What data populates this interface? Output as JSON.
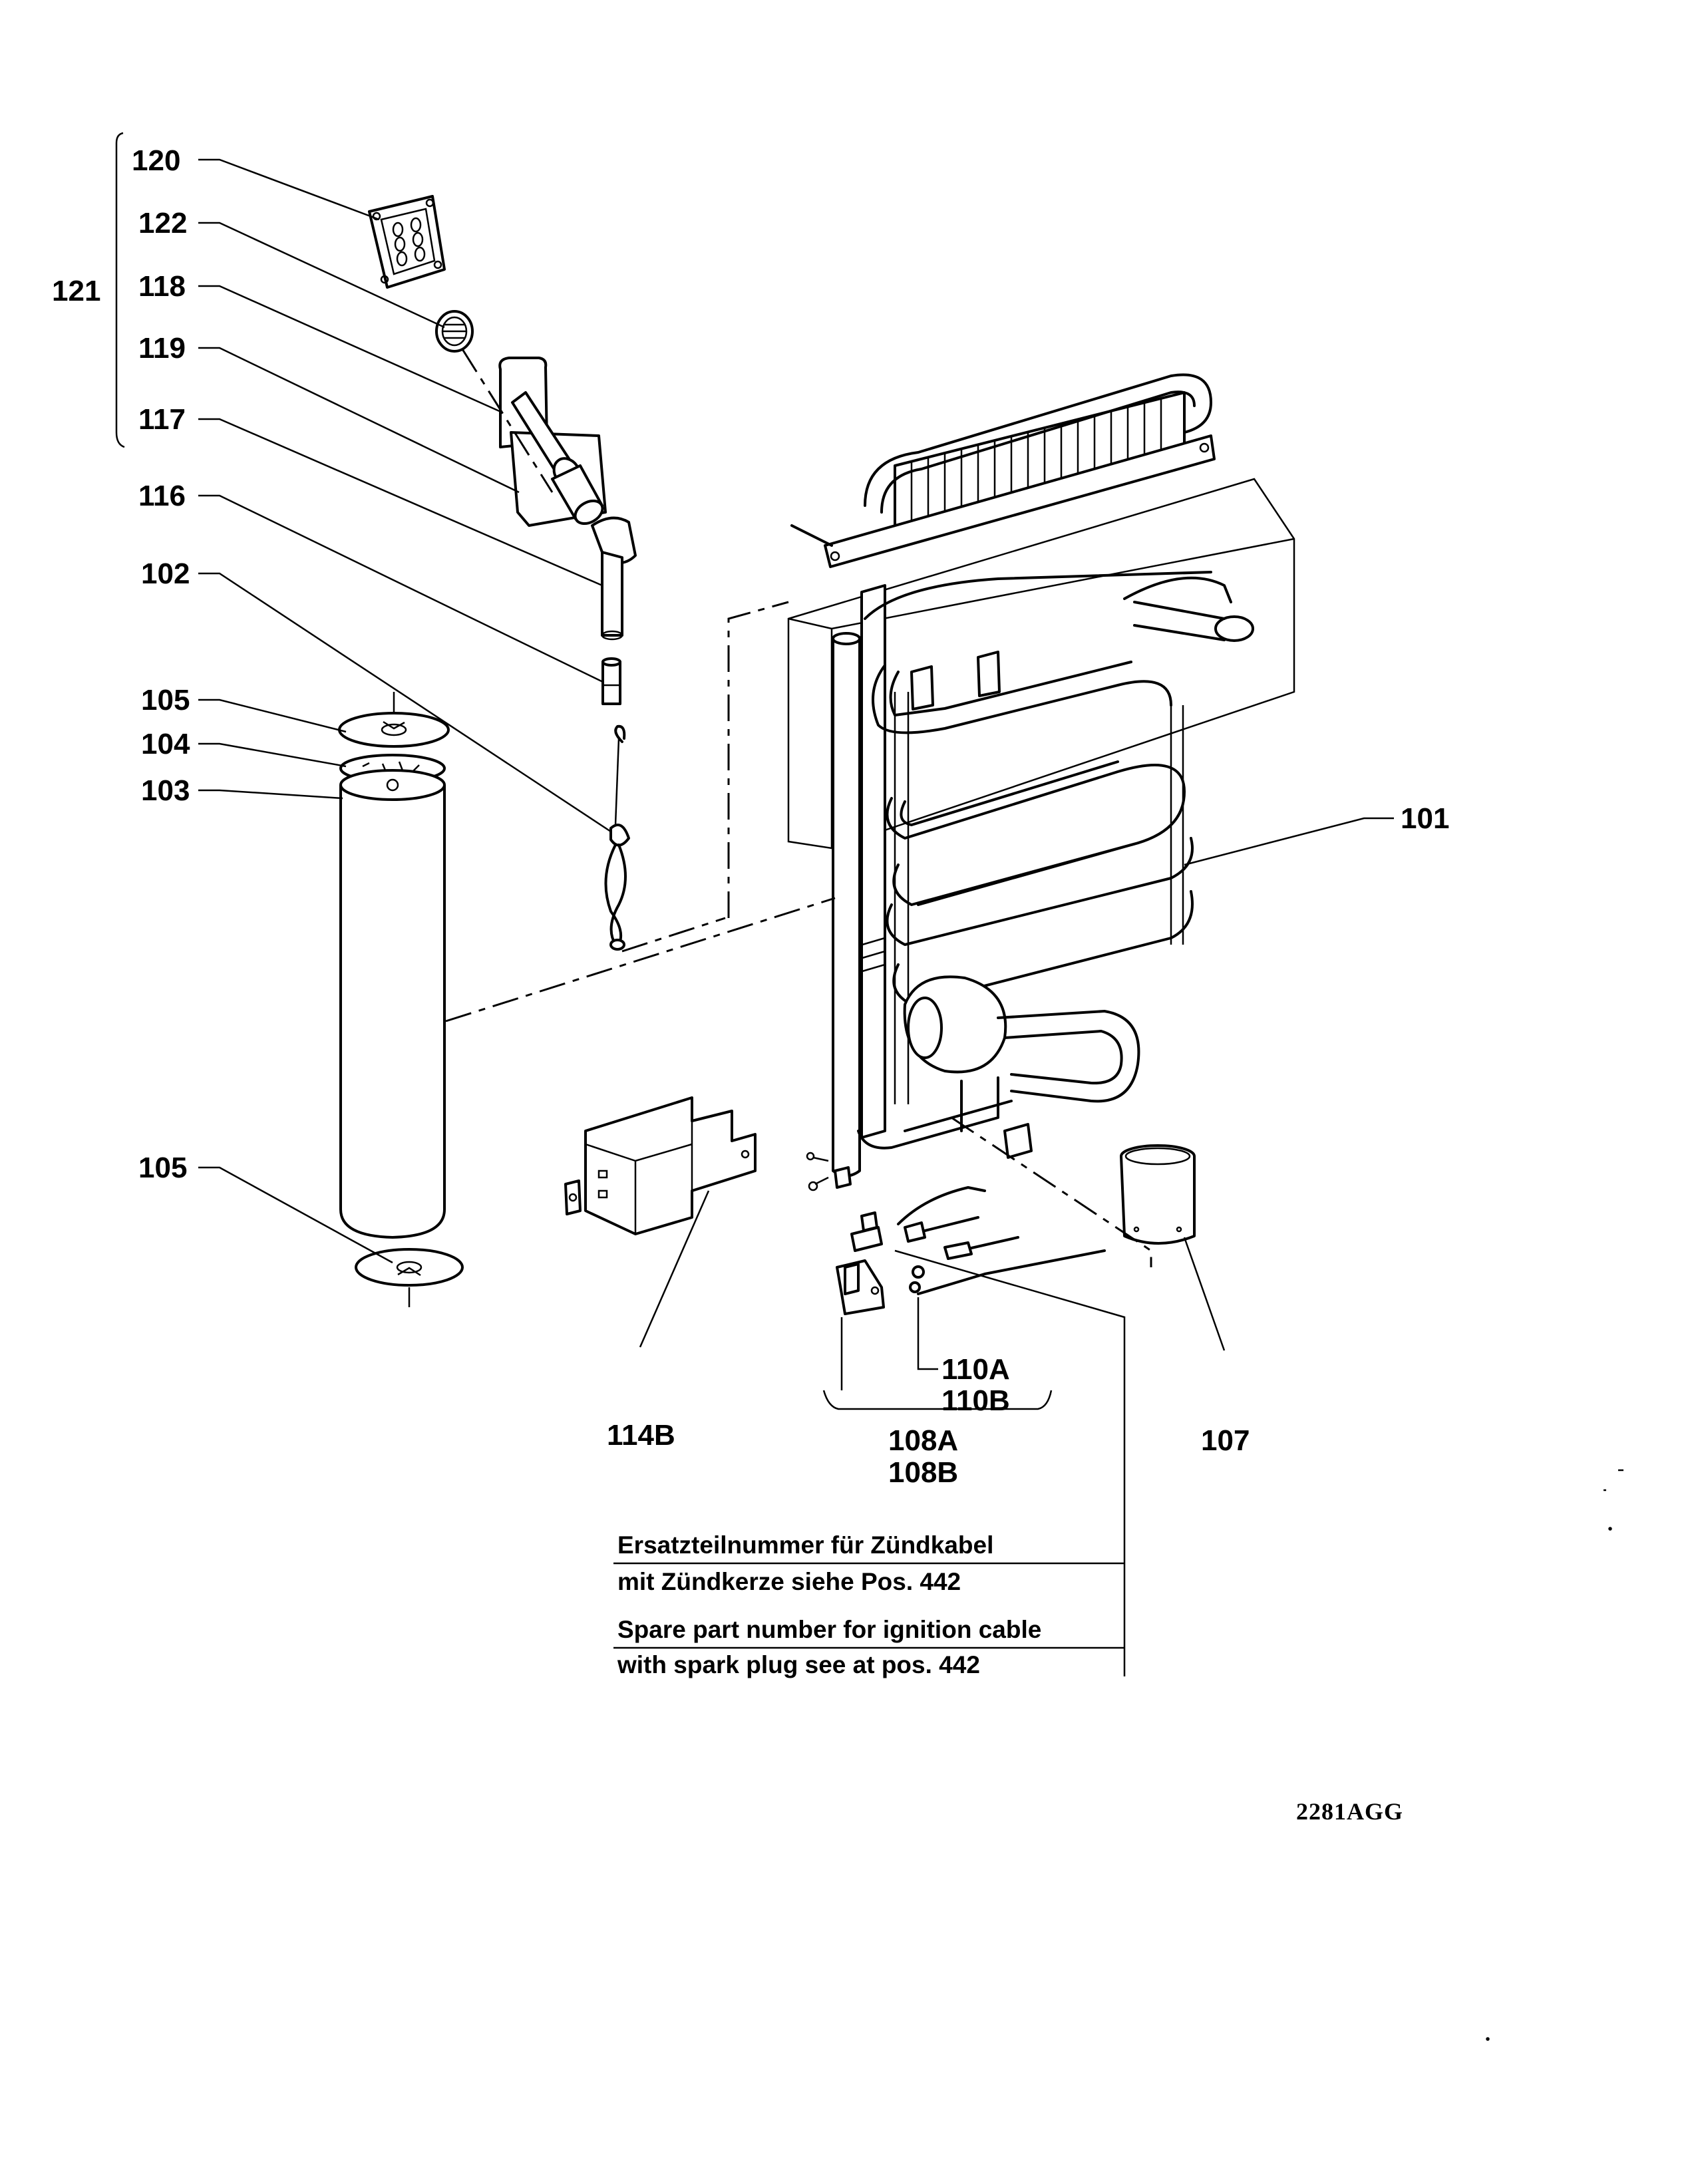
{
  "labels": {
    "p120": "120",
    "p122": "122",
    "p121": "121",
    "p118": "118",
    "p119": "119",
    "p117": "117",
    "p116": "116",
    "p102": "102",
    "p105_top": "105",
    "p104": "104",
    "p103": "103",
    "p101": "101",
    "p105_bottom": "105",
    "p114B": "114B",
    "p110A": "110A",
    "p110B": "110B",
    "p108A": "108A",
    "p108B": "108B",
    "p107": "107"
  },
  "note": {
    "de_line1": "Ersatzteilnummer für Zündkabel",
    "de_line2": "mit Zündkerze siehe Pos. 442",
    "en_line1": "Spare part number for ignition cable",
    "en_line2": "with spark plug see at pos. 442"
  },
  "drawing_code": "2281AGG"
}
